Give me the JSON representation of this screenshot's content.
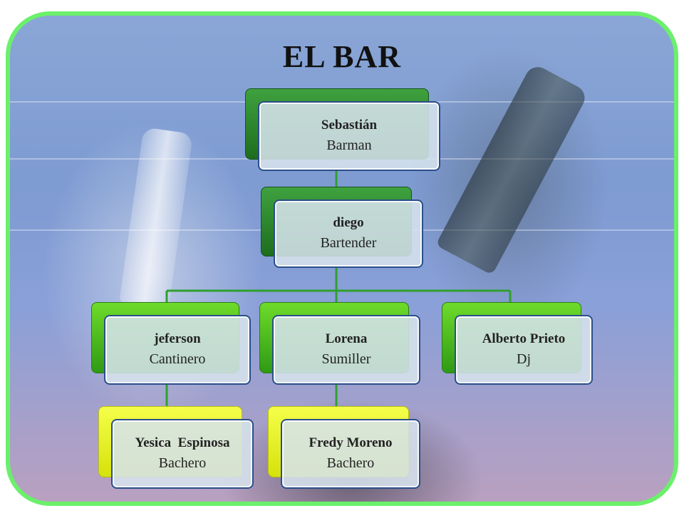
{
  "title": "EL BAR",
  "colors": {
    "frame_border": "#6bf06b",
    "top_box": "#2f7f2f",
    "middle_box": "#4cc11c",
    "bottom_box": "#e6f01a",
    "card_border": "#2a4f8a",
    "connector": "#2ea02e"
  },
  "org": {
    "root": {
      "name": "Sebastián",
      "role": "Barman"
    },
    "manager": {
      "name": "diego",
      "role": "Bartender"
    },
    "staff": [
      {
        "name": "jeferson",
        "role": "Cantinero"
      },
      {
        "name": "Lorena",
        "role": "Sumiller"
      },
      {
        "name": "Alberto Prieto",
        "role": "Dj"
      }
    ],
    "assistants": [
      {
        "name": "Yesica  Espinosa",
        "role": "Bachero",
        "reports_to": "jeferson"
      },
      {
        "name": "Fredy Moreno",
        "role": "Bachero",
        "reports_to": "Lorena"
      }
    ]
  }
}
